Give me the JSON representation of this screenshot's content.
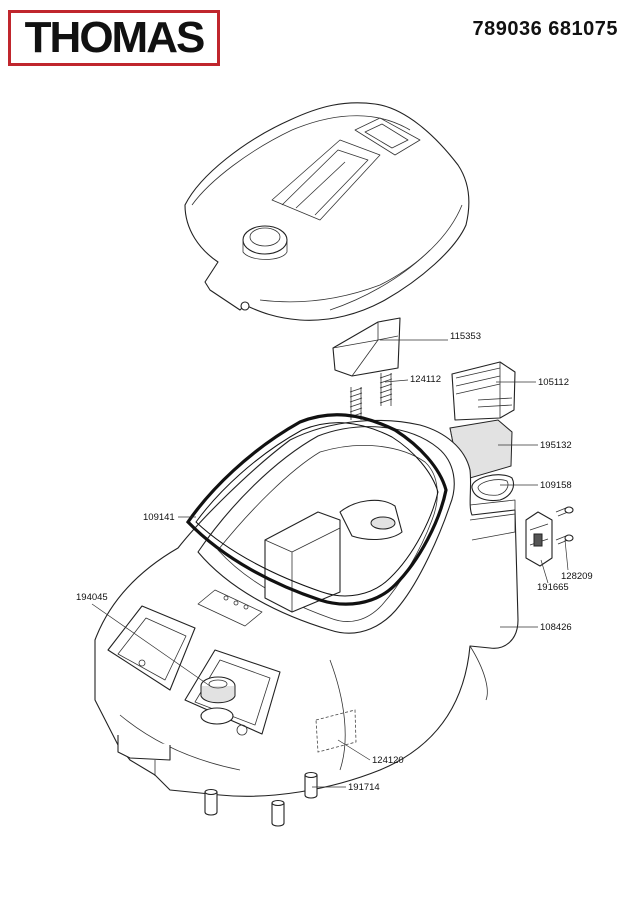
{
  "brand": {
    "logo_text": "THOMAS",
    "logo_border_color": "#c0262d"
  },
  "model_number": "789036 681075",
  "parts": [
    {
      "id": "p115353",
      "number": "115353"
    },
    {
      "id": "p124112",
      "number": "124112"
    },
    {
      "id": "p105112",
      "number": "105112"
    },
    {
      "id": "p195132",
      "number": "195132"
    },
    {
      "id": "p109158",
      "number": "109158"
    },
    {
      "id": "p109141",
      "number": "109141"
    },
    {
      "id": "p194045",
      "number": "194045"
    },
    {
      "id": "p128209",
      "number": "128209"
    },
    {
      "id": "p191665",
      "number": "191665"
    },
    {
      "id": "p108426",
      "number": "108426"
    },
    {
      "id": "p124120",
      "number": "124120"
    },
    {
      "id": "p191714",
      "number": "191714"
    }
  ]
}
